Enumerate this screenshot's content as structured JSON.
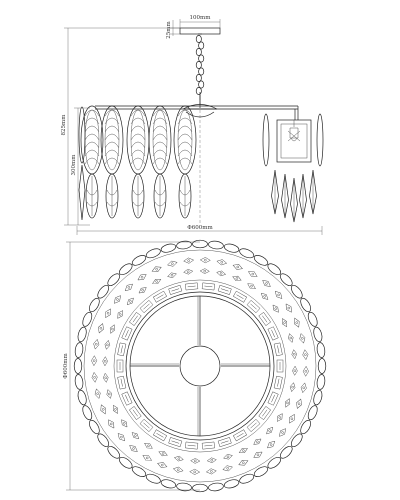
{
  "dimensions": {
    "canopy_width": "100mm",
    "canopy_height": "25mm",
    "total_height": "825mm",
    "body_height": "300mm",
    "side_diameter": "Φ600mm",
    "plan_diameter": "Φ600mm"
  }
}
